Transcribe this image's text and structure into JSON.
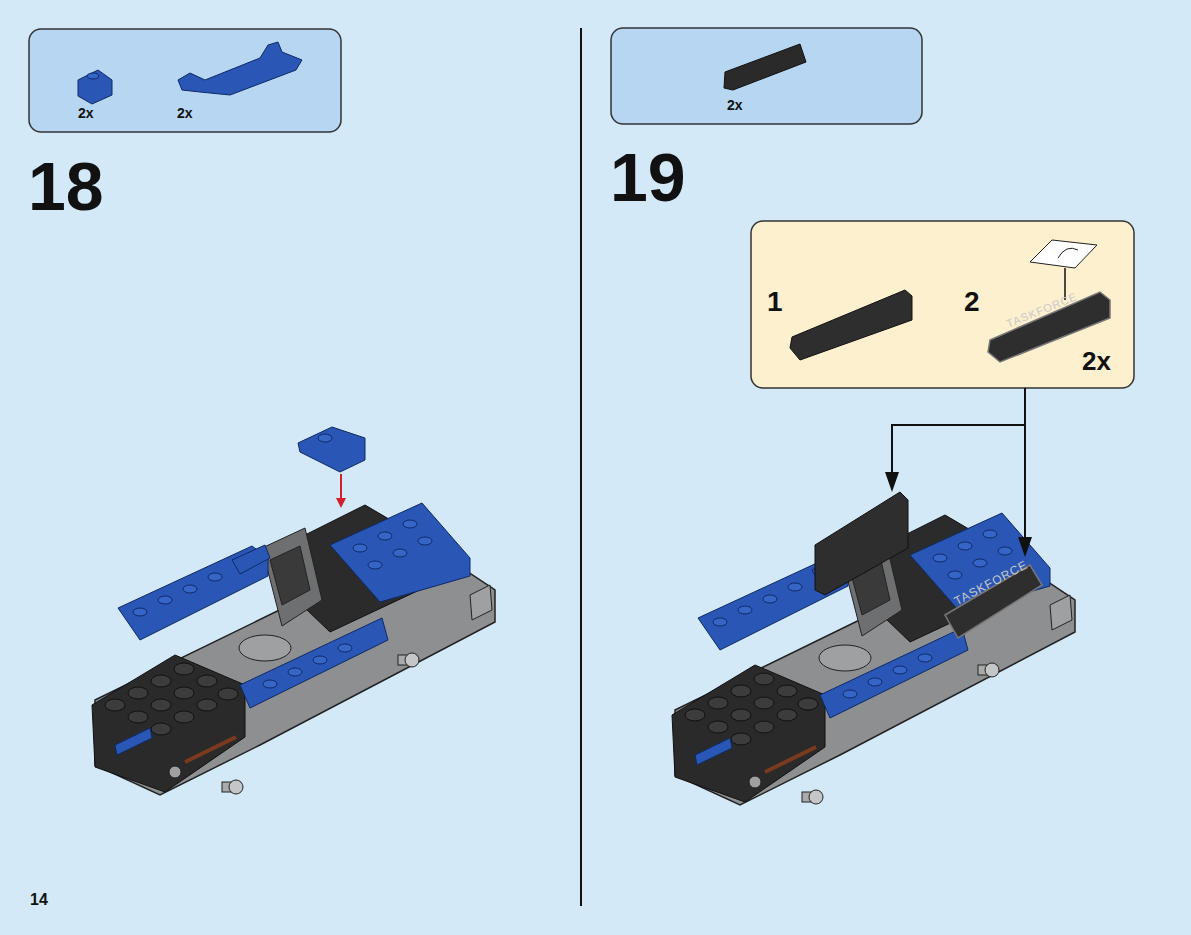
{
  "diagram": {
    "nodes": [
      {
        "text": [
          "2x",
          "2x"
        ]
      },
      {
        "text": [
          "2x"
        ]
      },
      {
        "text": [
          "1",
          "2",
          "TASKFORCE",
          "2x"
        ]
      }
    ],
    "labels": [
      "18",
      "19",
      "TASKFORCE",
      "14"
    ]
  }
}
